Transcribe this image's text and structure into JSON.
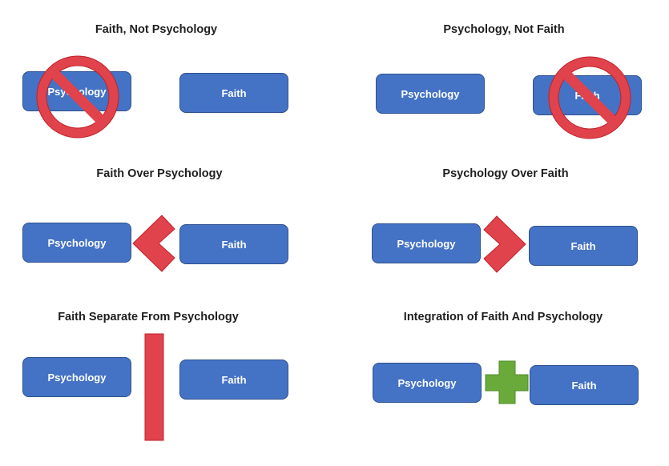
{
  "panels": [
    {
      "title": "Faith, Not Psychology",
      "left_label": "Psychology",
      "right_label": "Faith",
      "symbol": "prohibition-over-left"
    },
    {
      "title": "Psychology, Not Faith",
      "left_label": "Psychology",
      "right_label": "Faith",
      "symbol": "prohibition-over-right"
    },
    {
      "title": "Faith Over Psychology",
      "left_label": "Psychology",
      "right_label": "Faith",
      "symbol": "chevron-left"
    },
    {
      "title": "Psychology Over Faith",
      "left_label": "Psychology",
      "right_label": "Faith",
      "symbol": "chevron-right"
    },
    {
      "title": "Faith Separate From Psychology",
      "left_label": "Psychology",
      "right_label": "Faith",
      "symbol": "vertical-bar"
    },
    {
      "title": "Integration of Faith And Psychology",
      "left_label": "Psychology",
      "right_label": "Faith",
      "symbol": "plus"
    }
  ],
  "colors": {
    "box_fill": "#4472c4",
    "box_border": "#2f528f",
    "red": "#e0434b",
    "red_border": "#c0222c",
    "green": "#6aaa3a",
    "green_border": "#4e8a28"
  }
}
